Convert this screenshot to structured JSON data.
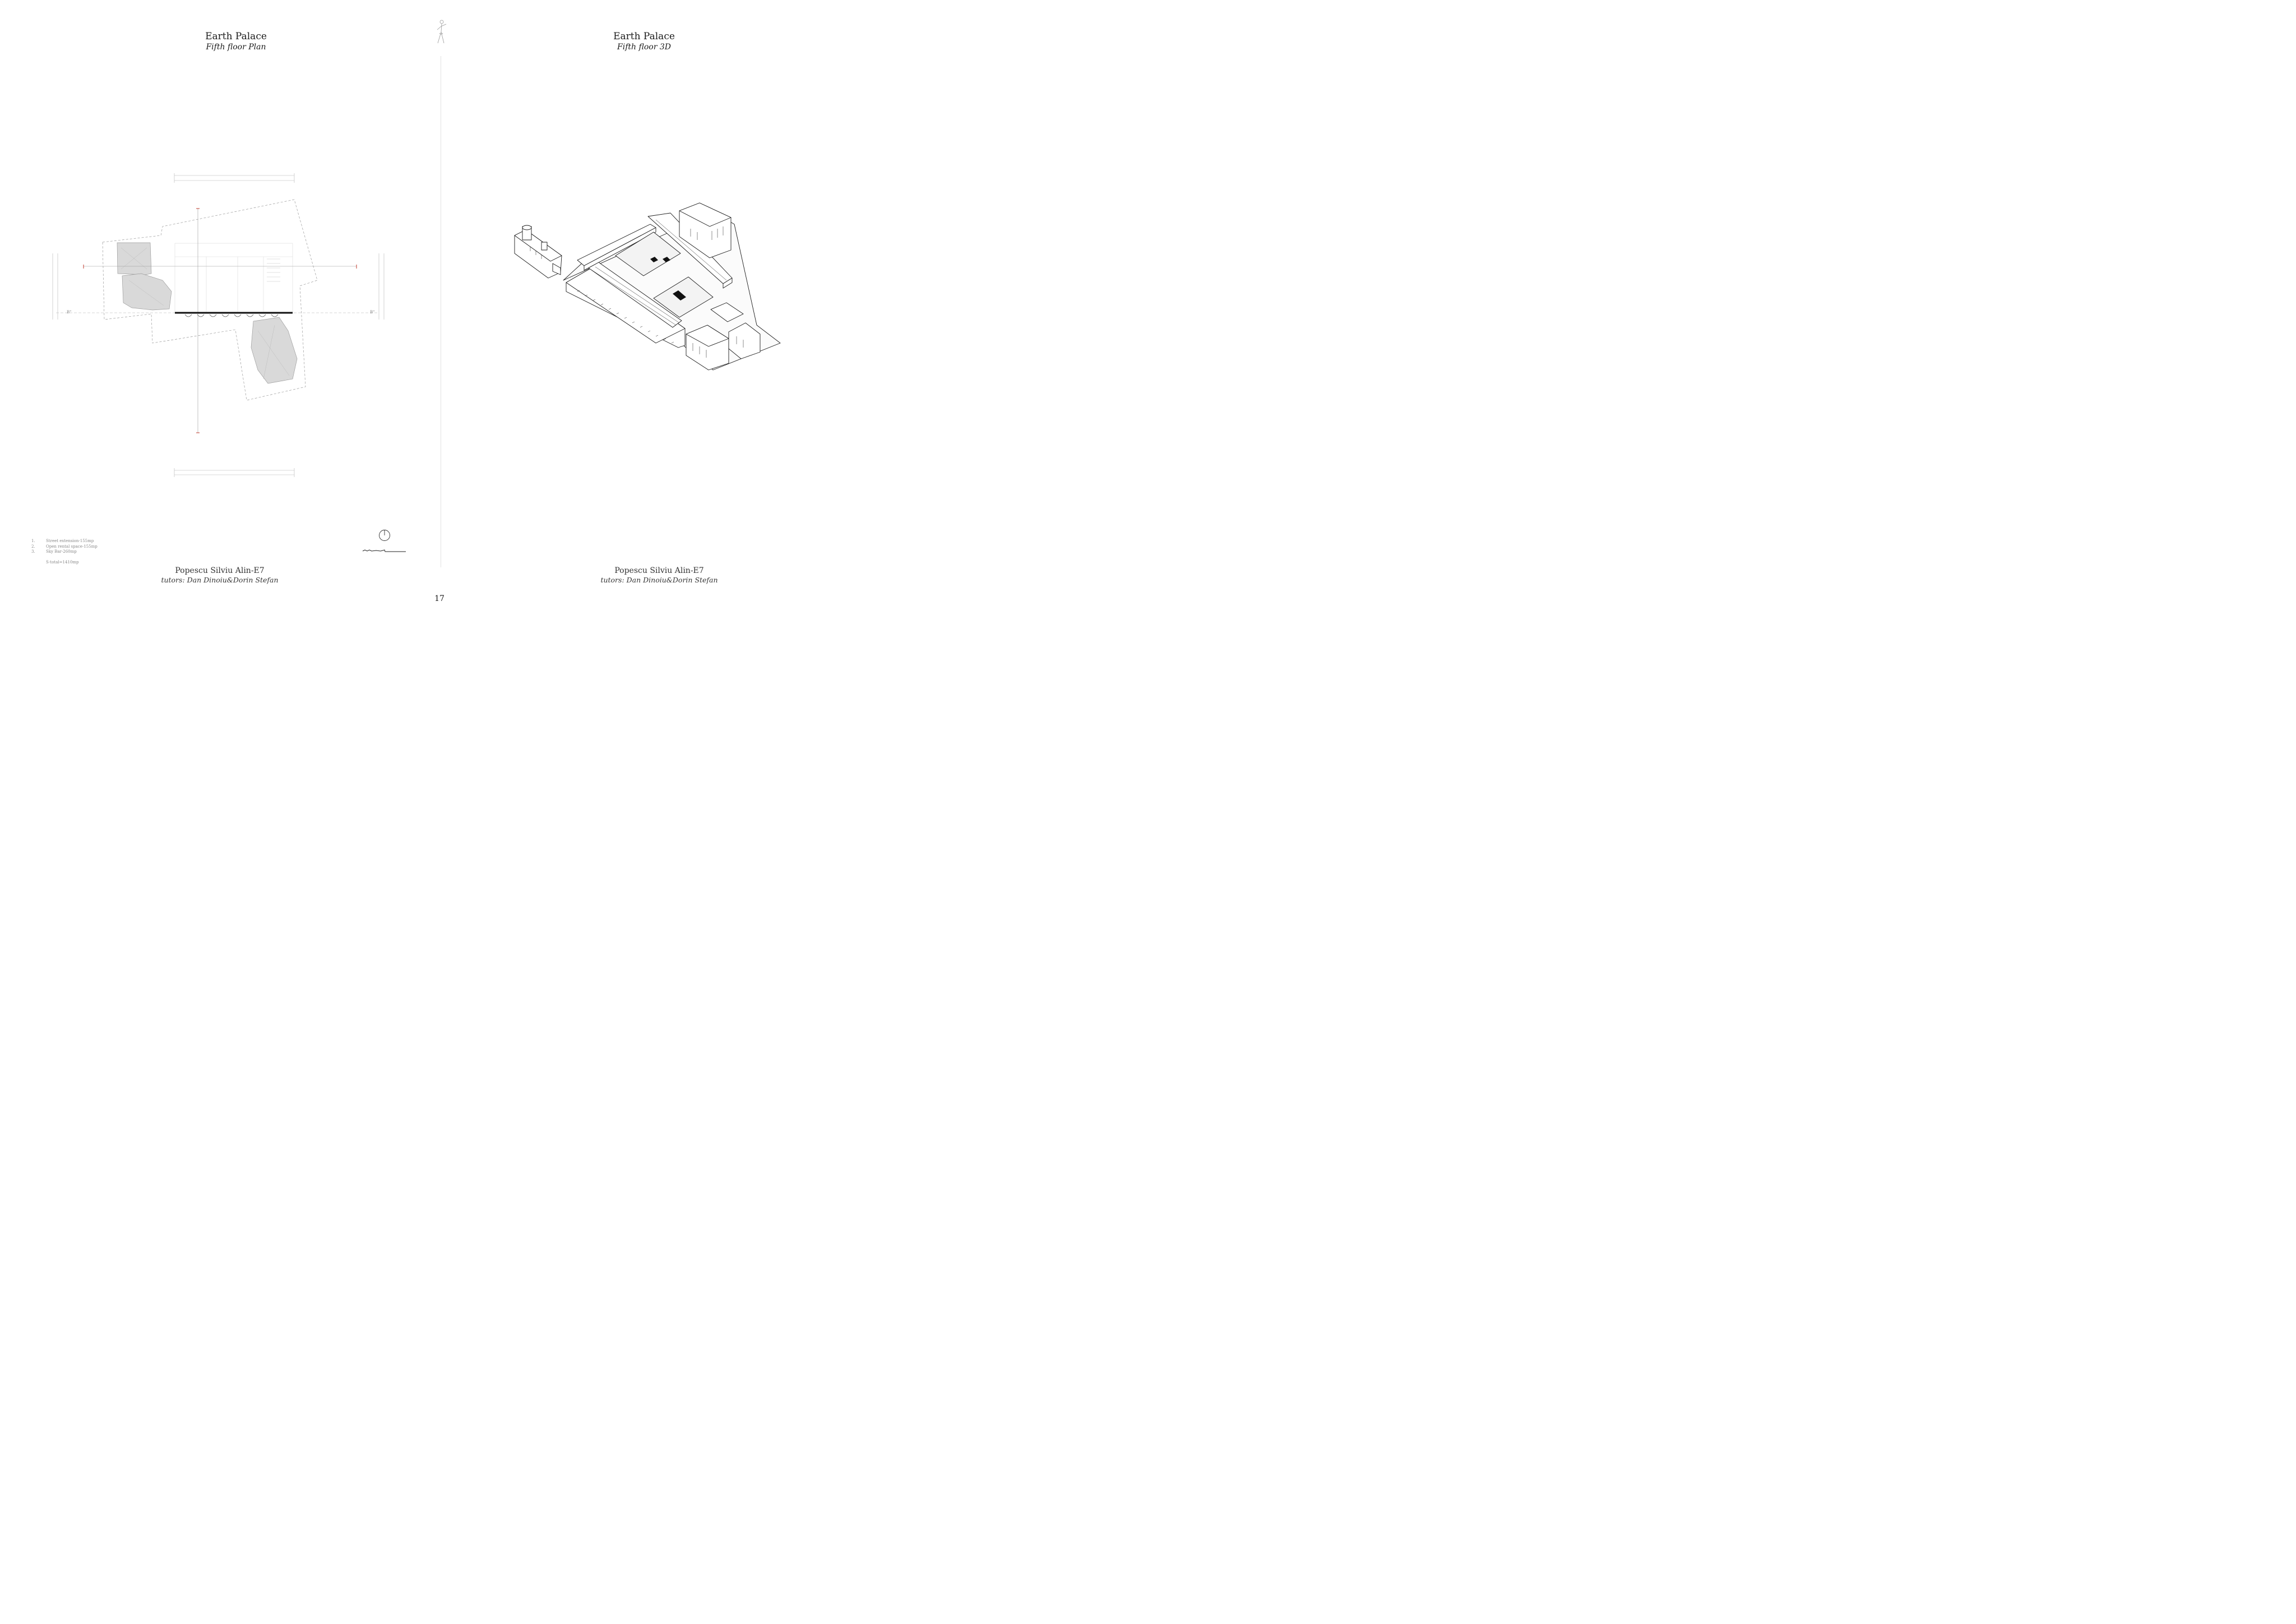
{
  "left_page": {
    "title": "Earth Palace",
    "subtitle": "Fifth floor Plan",
    "author": "Popescu Silviu Alin-E7",
    "tutors": "tutors: Dan Dinoiu&Dorin Stefan",
    "section_label": "B\"",
    "legend": [
      {
        "num": "1.",
        "text": "Street extension-155mp"
      },
      {
        "num": "2.",
        "text": "Open rental space-155mp"
      },
      {
        "num": "3.",
        "text": "Sky Bar-260mp"
      }
    ],
    "total": "S-total=1410mp"
  },
  "right_page": {
    "title": "Earth Palace",
    "subtitle": "Fifth floor 3D",
    "author": "Popescu Silviu Alin-E7",
    "tutors": "tutors: Dan Dinoiu&Dorin Stefan"
  },
  "page_number": "17"
}
